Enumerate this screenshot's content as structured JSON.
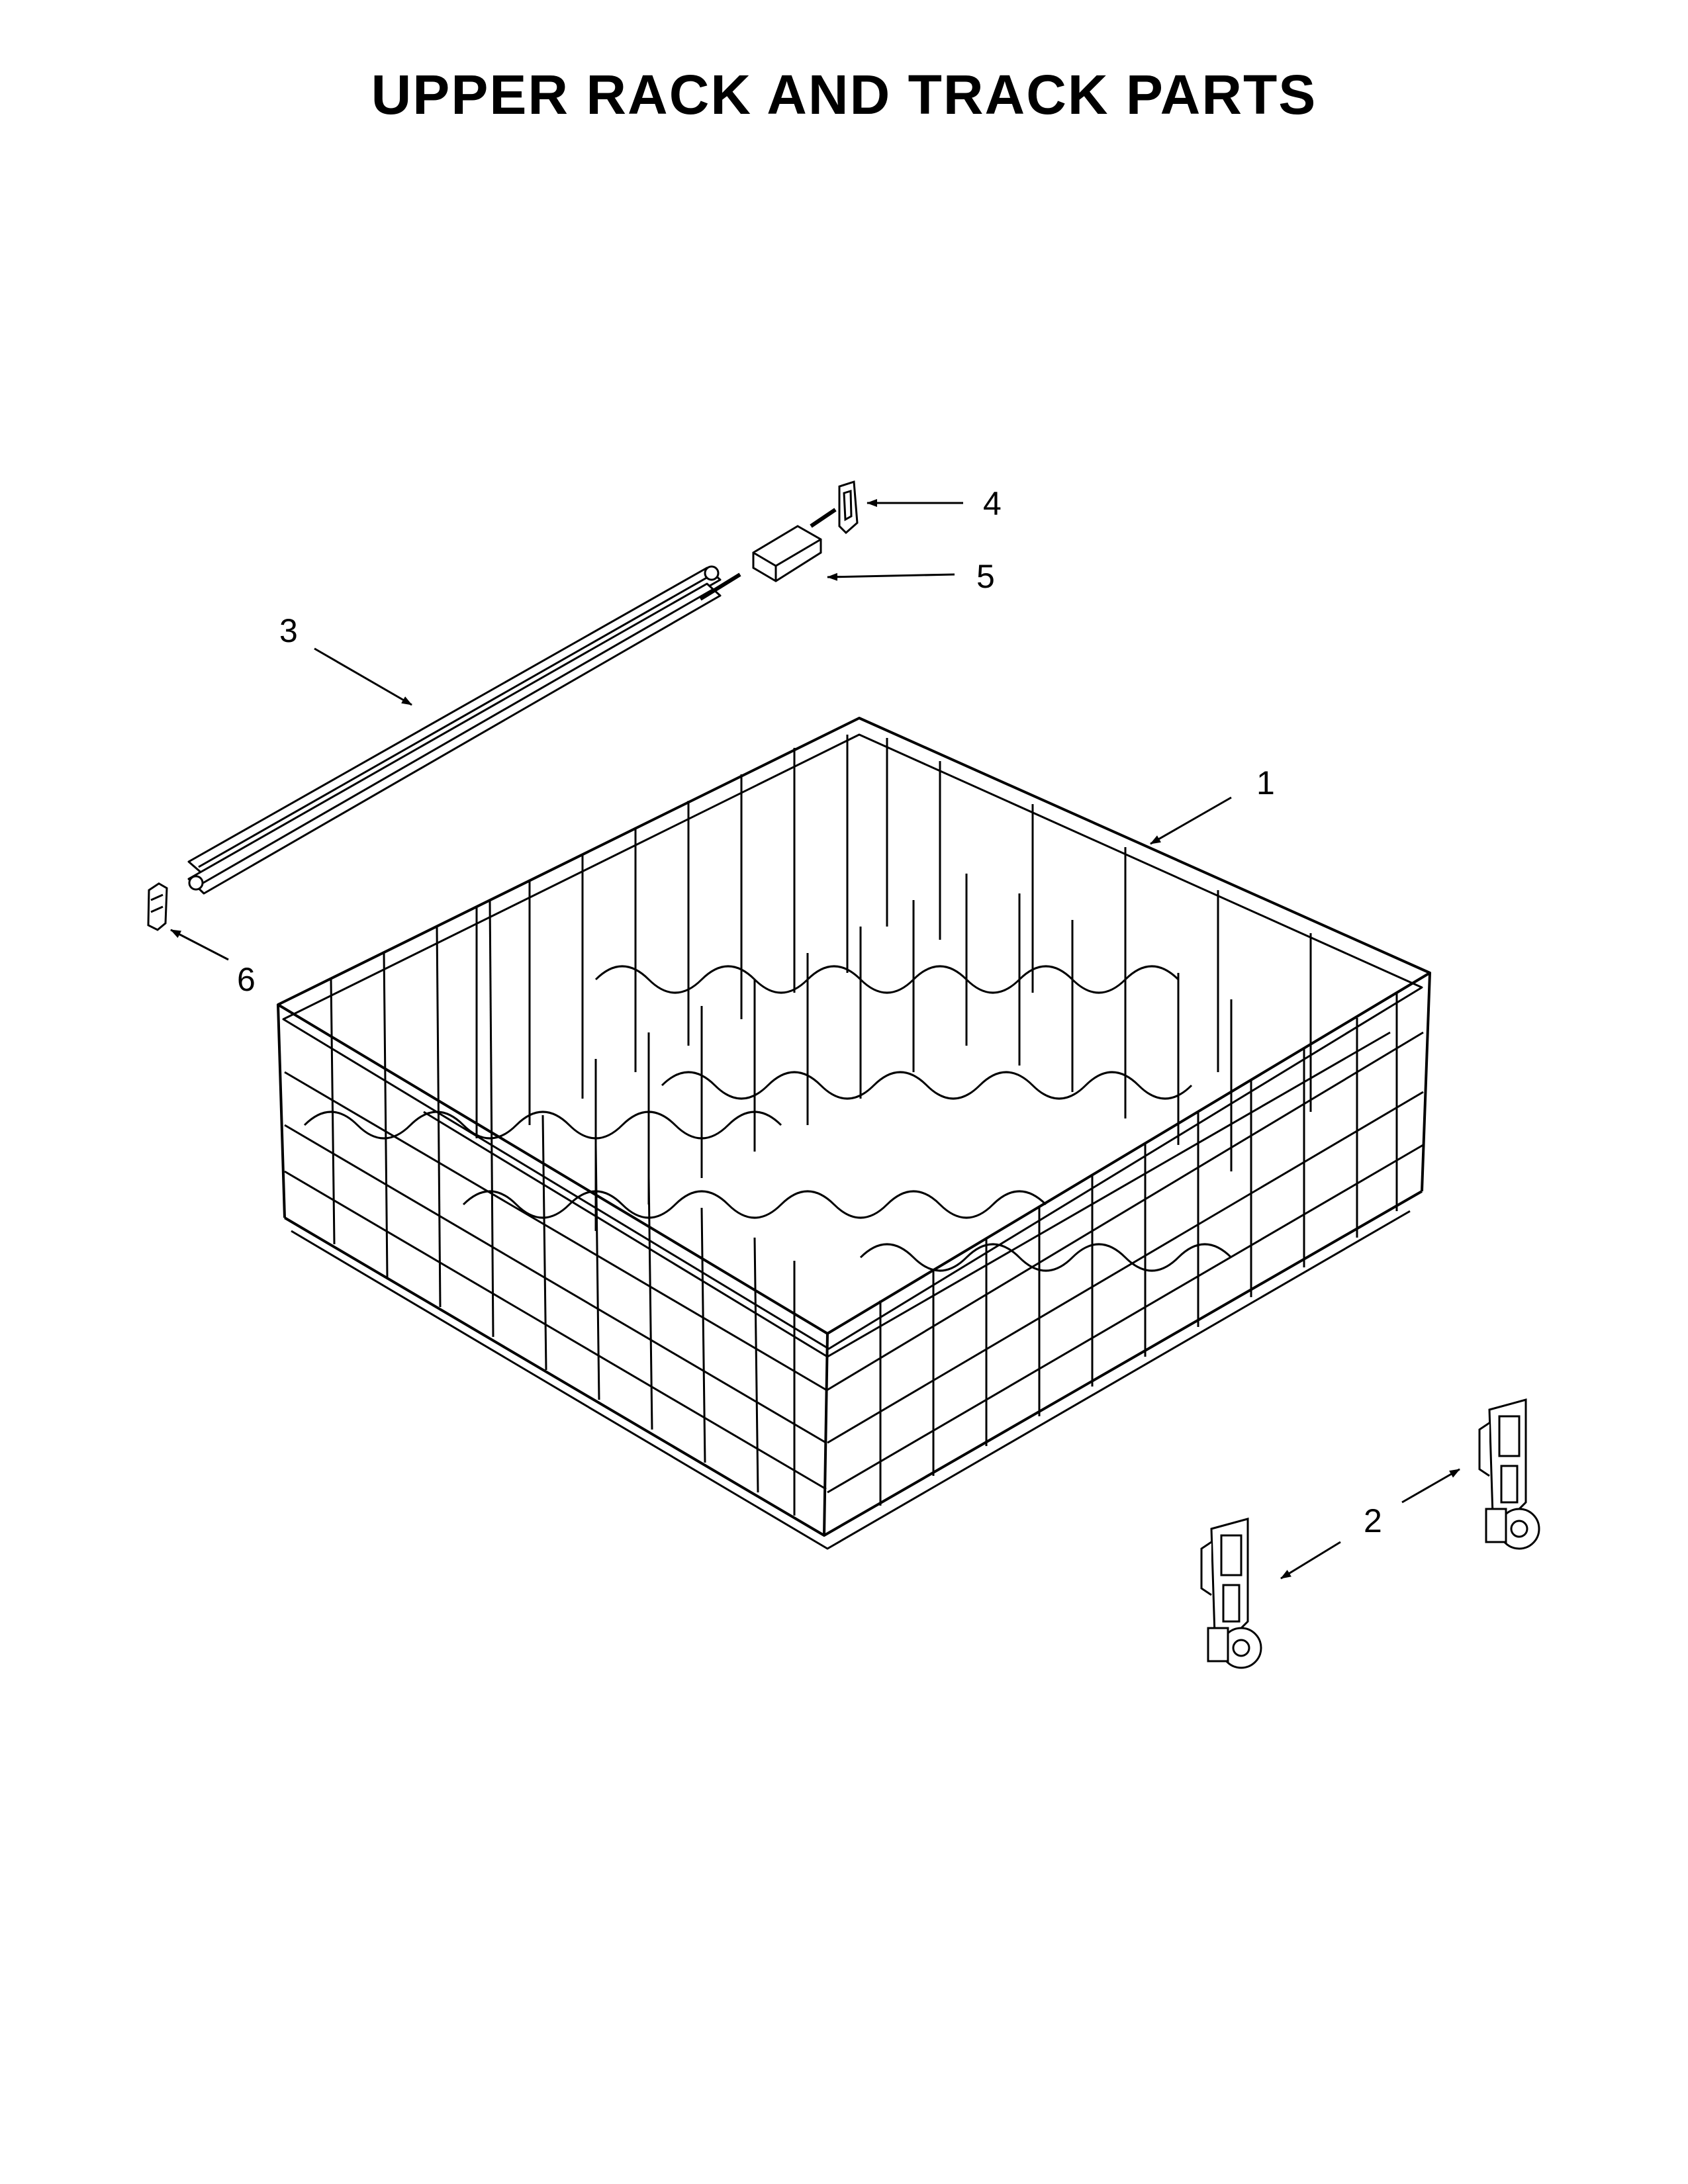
{
  "title": "UPPER RACK AND TRACK PARTS",
  "callouts": [
    {
      "id": "1",
      "part": "upper-rack"
    },
    {
      "id": "2",
      "part": "rack-adjuster-wheels"
    },
    {
      "id": "3",
      "part": "track-rail"
    },
    {
      "id": "4",
      "part": "track-end-clip"
    },
    {
      "id": "5",
      "part": "track-stop"
    },
    {
      "id": "6",
      "part": "track-end-cap"
    }
  ]
}
